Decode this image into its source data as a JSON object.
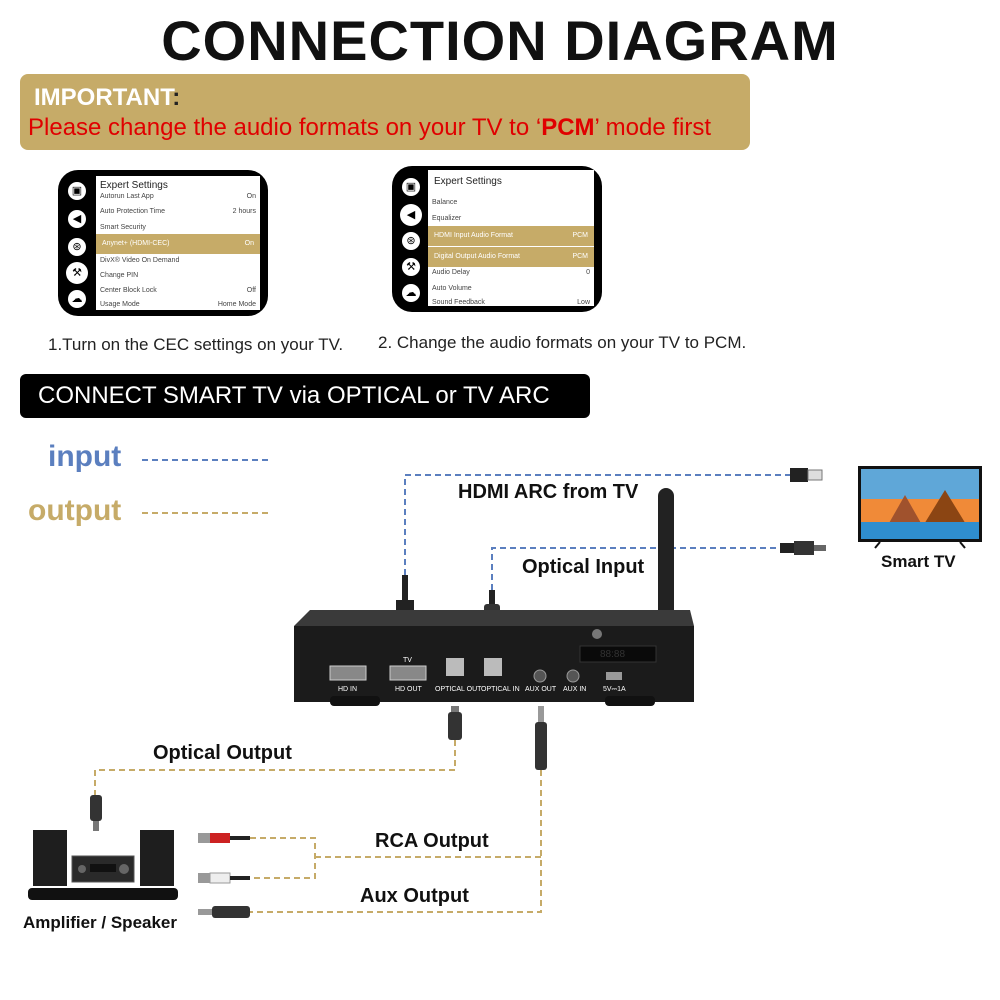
{
  "title": "CONNECTION DIAGRAM",
  "important": {
    "heading": "IMPORTANT",
    "colon": ":",
    "message_before": "Please change the audio formats on your TV to ‘",
    "message_bold": "PCM",
    "message_after": "’ mode first"
  },
  "screen1": {
    "title": "Expert Settings",
    "rows": [
      {
        "label": "Autorun Last App",
        "value": "On"
      },
      {
        "label": "Auto Protection Time",
        "value": "2 hours"
      },
      {
        "label": "Smart Security",
        "value": ""
      },
      {
        "label": "Anynet+ (HDMI-CEC)",
        "value": "On"
      },
      {
        "label": "DivX® Video On Demand",
        "value": ""
      },
      {
        "label": "Change PIN",
        "value": ""
      },
      {
        "label": "Center Block Lock",
        "value": "Off"
      },
      {
        "label": "Usage Mode",
        "value": "Home Mode"
      }
    ],
    "caption": "1.Turn on the CEC settings on your TV."
  },
  "screen2": {
    "title": "Expert Settings",
    "rows": [
      {
        "label": "Balance",
        "value": ""
      },
      {
        "label": "Equalizer",
        "value": ""
      },
      {
        "label": "HDMI Input Audio Format",
        "value": "PCM"
      },
      {
        "label": "Digital Output Audio Format",
        "value": "PCM"
      },
      {
        "label": "Audio Delay",
        "value": "0"
      },
      {
        "label": "Auto Volume",
        "value": ""
      },
      {
        "label": "Sound Feedback",
        "value": "Low"
      }
    ],
    "caption": "2. Change the audio formats on your TV to PCM."
  },
  "section_bar": "CONNECT SMART TV via OPTICAL or TV ARC",
  "legend": {
    "input": "input",
    "output": "output"
  },
  "colors": {
    "input_line": "#5b7fbf",
    "output_line": "#c6ab68",
    "highlight": "#c6ab68",
    "important_text": "#e00000"
  },
  "labels": {
    "hdmi_arc": "HDMI ARC from TV",
    "optical_input": "Optical Input",
    "optical_output": "Optical Output",
    "rca_output": "RCA Output",
    "aux_output": "Aux Output",
    "smart_tv": "Smart TV",
    "amplifier": "Amplifier / Speaker"
  },
  "device_ports": {
    "hd_in": "HD IN",
    "tv": "TV",
    "hd_out": "HD OUT",
    "optical_out": "OPTICAL OUT",
    "optical_in": "OPTICAL IN",
    "aux_out": "AUX OUT",
    "aux_in": "AUX IN",
    "power": "5V⎓1A"
  },
  "receiver_display": "88:88"
}
